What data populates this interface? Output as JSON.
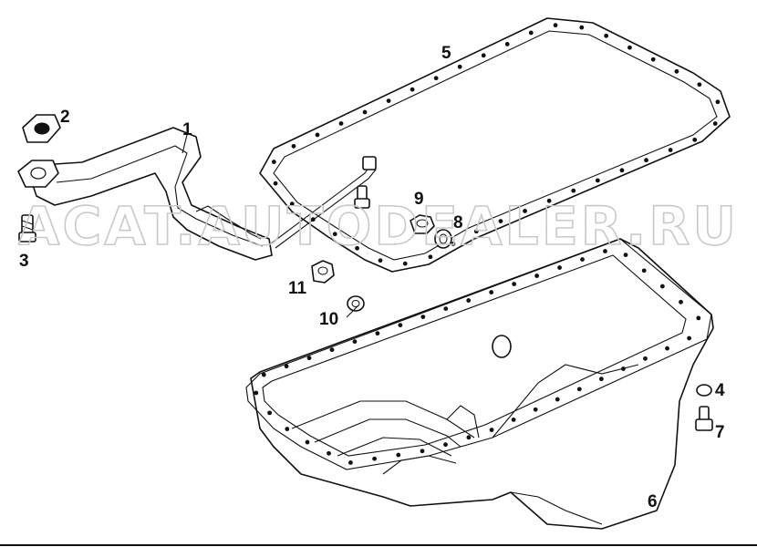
{
  "watermark": "ACAT.AUTODEALER.RU",
  "callouts": {
    "c1": "1",
    "c2": "2",
    "c3": "3",
    "c4": "4",
    "c5": "5",
    "c6": "6",
    "c7": "7",
    "c8": "8",
    "c9": "9",
    "c10": "10",
    "c11": "11"
  }
}
